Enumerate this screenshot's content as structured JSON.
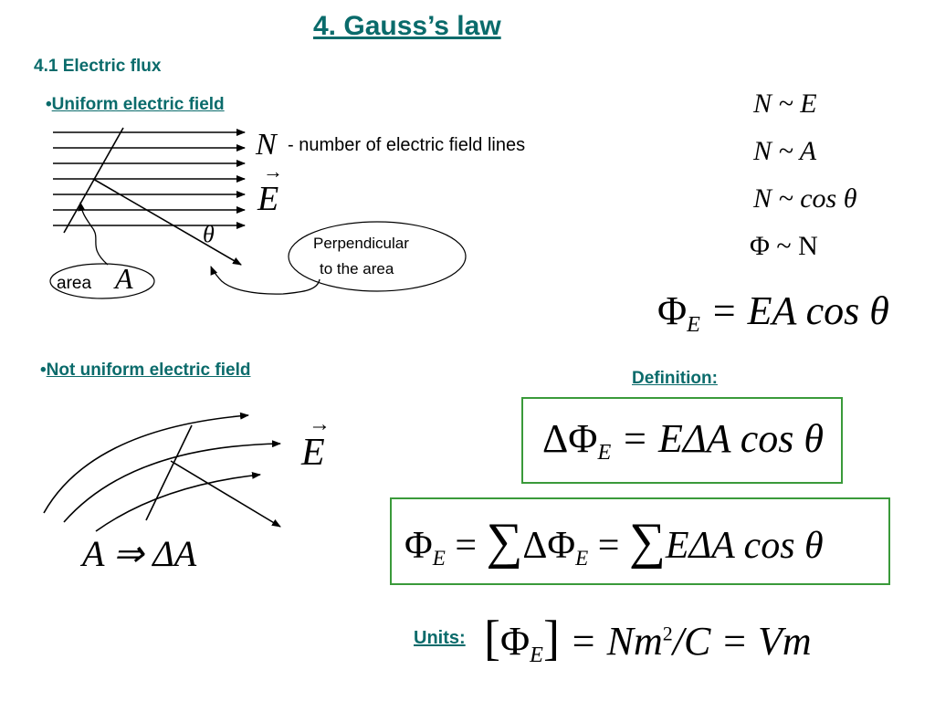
{
  "title": "4. Gauss’s  law",
  "section": "4.1 Electric flux",
  "uniform_heading": "Uniform electric field",
  "nonuniform_heading": "Not uniform electric field",
  "bullet": "•",
  "symbols": {
    "N": "N",
    "E": "E",
    "theta": "θ",
    "A": "A",
    "arrow": "→"
  },
  "labels": {
    "n_desc": "- number of electric field lines",
    "area": "area",
    "perp_line1": "Perpendicular",
    "perp_line2": "to the area",
    "definition": "Definition:",
    "units": "Units:"
  },
  "relations": {
    "r1": "N ~ E",
    "r2": "N ~ A",
    "r3": "N ~ cos θ",
    "r4": "Φ ~ N"
  },
  "formulas": {
    "flux_uniform_lhs": "Φ",
    "flux_uniform_sub": "E",
    "flux_uniform_rhs": "= EA cos θ",
    "delta_lhs": "ΔΦ",
    "delta_sub": "E",
    "delta_rhs": "= EΔA cos θ",
    "sum_lhs": "Φ",
    "sum_sub": "E",
    "sum_eq1": "=",
    "sum_sigma1": "∑",
    "sum_mid": "ΔΦ",
    "sum_mid_sub": "E",
    "sum_eq2": "=",
    "sum_sigma2": "∑",
    "sum_rhs": "EΔA cos θ",
    "a_to_da": "A ⇒ ΔA",
    "units_open": "[",
    "units_phi": "Φ",
    "units_sub": "E",
    "units_close": "]",
    "units_rhs": "= Nm",
    "units_exp": "2",
    "units_rest": "/C = Vm"
  },
  "colors": {
    "accent": "#0a6b6b",
    "box_border": "#3a9a3a",
    "ink": "#000000"
  }
}
